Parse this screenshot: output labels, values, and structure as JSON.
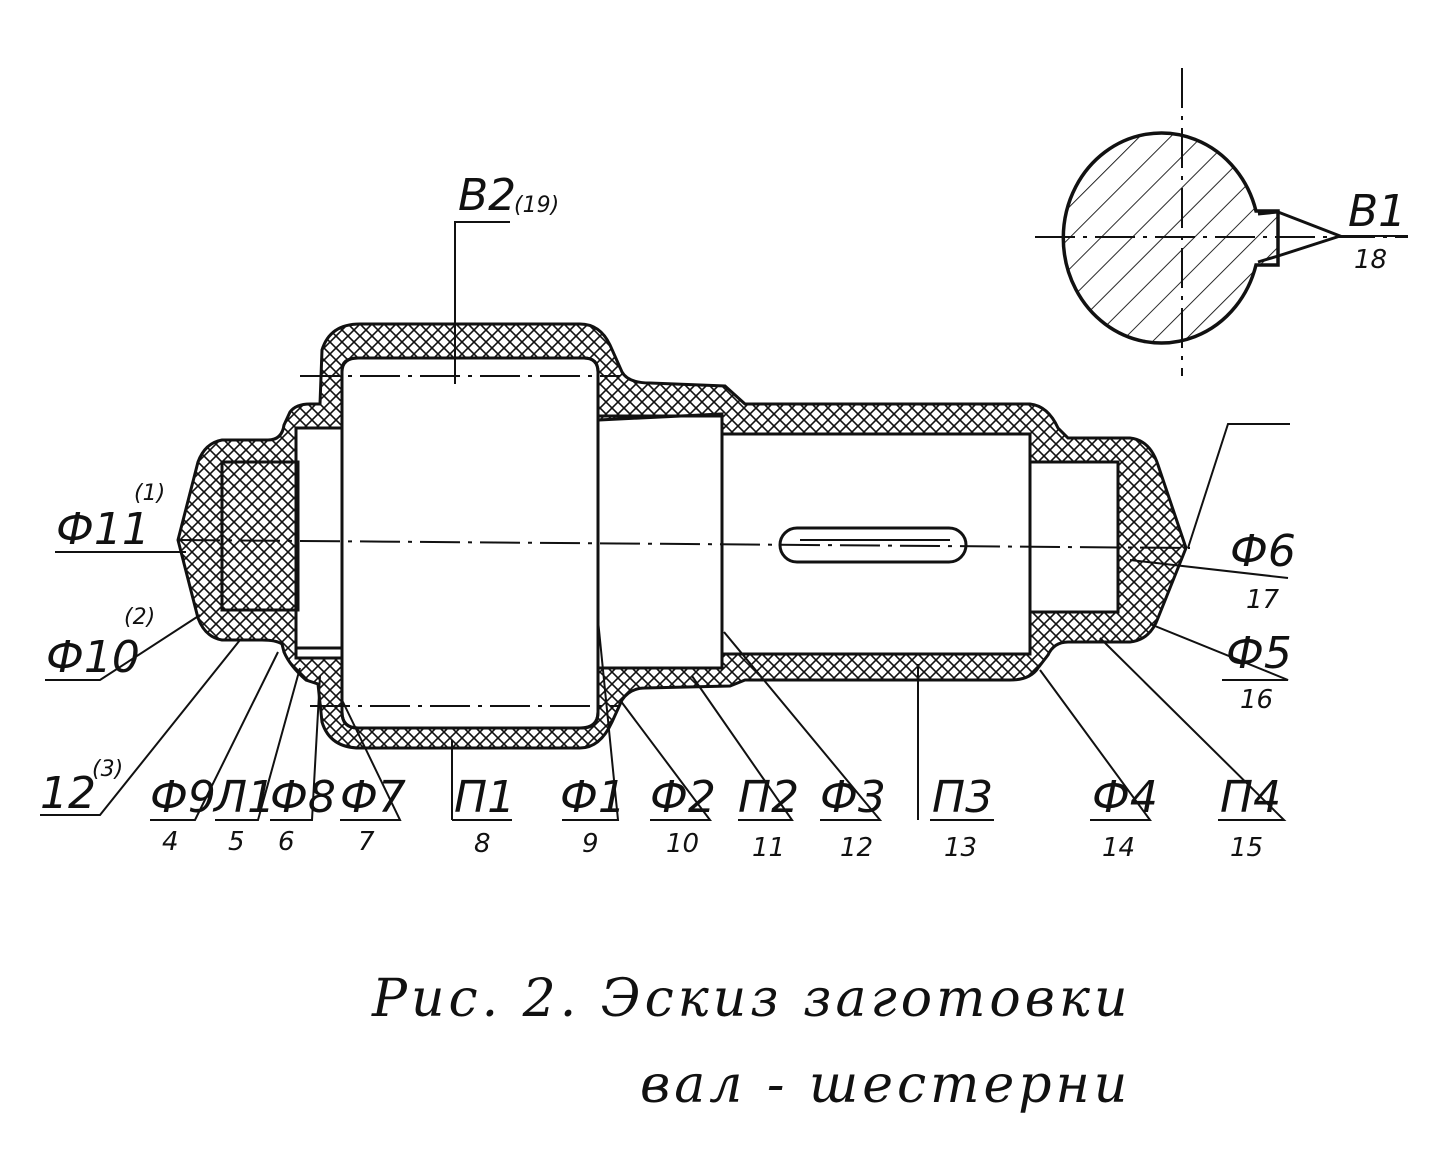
{
  "figure": {
    "caption_line1": "Рис. 2. Эскиз заготовки",
    "caption_line2": "вал - шестерни"
  },
  "callouts": [
    {
      "id": "phi11",
      "label": "Ф11",
      "sup": "(1)",
      "num": ""
    },
    {
      "id": "phi10",
      "label": "Ф10",
      "sup": "(2)",
      "num": ""
    },
    {
      "id": "c12",
      "label": "12",
      "sup": "(3)",
      "num": ""
    },
    {
      "id": "phi9",
      "label": "Ф9",
      "sup": "",
      "num": "4"
    },
    {
      "id": "l1",
      "label": "Л1",
      "sup": "",
      "num": "5"
    },
    {
      "id": "phi8",
      "label": "Ф8",
      "sup": "",
      "num": "6"
    },
    {
      "id": "phi7",
      "label": "Ф7",
      "sup": "",
      "num": "7"
    },
    {
      "id": "p1",
      "label": "П1",
      "sup": "",
      "num": "8"
    },
    {
      "id": "phi1",
      "label": "Ф1",
      "sup": "",
      "num": "9"
    },
    {
      "id": "phi2",
      "label": "Ф2",
      "sup": "",
      "num": "10"
    },
    {
      "id": "p2",
      "label": "П2",
      "sup": "",
      "num": "11"
    },
    {
      "id": "phi3",
      "label": "Ф3",
      "sup": "",
      "num": "12"
    },
    {
      "id": "p3",
      "label": "П3",
      "sup": "",
      "num": "13"
    },
    {
      "id": "phi4",
      "label": "Ф4",
      "sup": "",
      "num": "14"
    },
    {
      "id": "p4",
      "label": "П4",
      "sup": "",
      "num": "15"
    },
    {
      "id": "phi5",
      "label": "Ф5",
      "sup": "",
      "num": "16"
    },
    {
      "id": "phi6",
      "label": "Ф6",
      "sup": "",
      "num": "17"
    },
    {
      "id": "b1",
      "label": "В1",
      "sup": "",
      "num": "18"
    },
    {
      "id": "b2",
      "label": "В2",
      "sup": "(19)",
      "num": ""
    }
  ]
}
